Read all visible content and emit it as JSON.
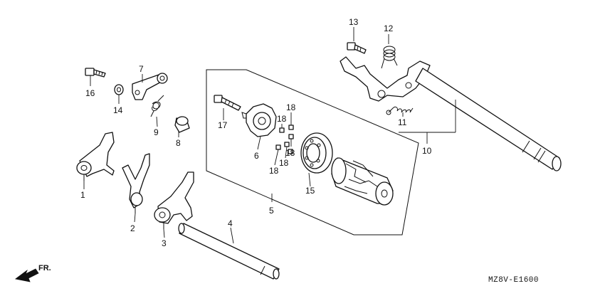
{
  "diagram": {
    "callouts": [
      {
        "id": "1",
        "text": "1"
      },
      {
        "id": "2",
        "text": "2"
      },
      {
        "id": "3",
        "text": "3"
      },
      {
        "id": "4",
        "text": "4"
      },
      {
        "id": "5",
        "text": "5"
      },
      {
        "id": "6",
        "text": "6"
      },
      {
        "id": "7",
        "text": "7"
      },
      {
        "id": "8",
        "text": "8"
      },
      {
        "id": "9",
        "text": "9"
      },
      {
        "id": "10",
        "text": "10"
      },
      {
        "id": "11",
        "text": "11"
      },
      {
        "id": "12",
        "text": "12"
      },
      {
        "id": "13",
        "text": "13"
      },
      {
        "id": "14",
        "text": "14"
      },
      {
        "id": "15",
        "text": "15"
      },
      {
        "id": "16",
        "text": "16"
      },
      {
        "id": "17",
        "text": "17"
      },
      {
        "id": "18a",
        "text": "18"
      },
      {
        "id": "18b",
        "text": "18"
      },
      {
        "id": "18c",
        "text": "18"
      },
      {
        "id": "18d",
        "text": "18"
      }
    ],
    "direction_label": "FR.",
    "figure_code": "MZ8V-E1600"
  }
}
